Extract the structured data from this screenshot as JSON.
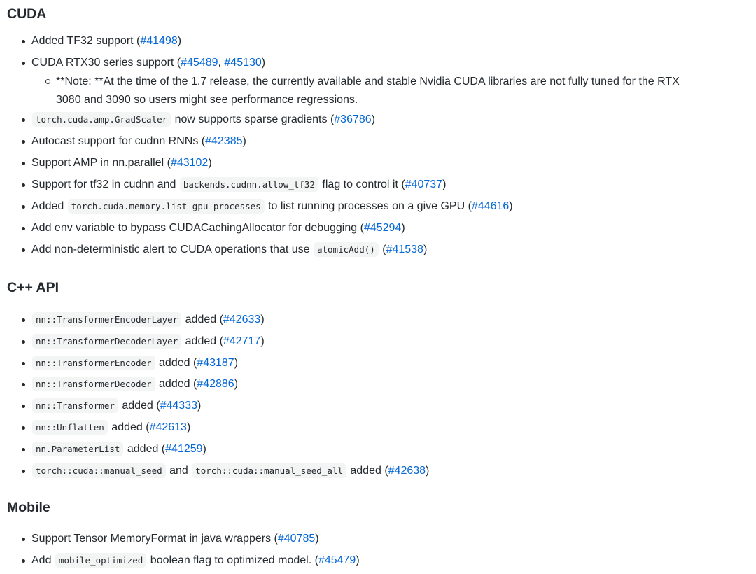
{
  "sections": {
    "cuda": {
      "title": "CUDA",
      "items": [
        {
          "pre": "Added TF32 support (",
          "refs": [
            "#41498"
          ],
          "post": ")"
        },
        {
          "pre": "CUDA RTX30 series support (",
          "refs": [
            "#45489",
            "#45130"
          ],
          "post": ")",
          "subitems": [
            {
              "text_line1": "**Note: **At the time of the 1.7 release, the currently available and stable Nvidia CUDA libraries are not fully tuned for the RTX",
              "text_line2": "3080 and 3090 so users might see performance regressions."
            }
          ]
        },
        {
          "code": "torch.cuda.amp.GradScaler",
          "pre": " now supports sparse gradients (",
          "refs": [
            "#36786"
          ],
          "post": ")"
        },
        {
          "pre": "Autocast support for cudnn RNNs (",
          "refs": [
            "#42385"
          ],
          "post": ")"
        },
        {
          "pre": "Support AMP in nn.parallel (",
          "refs": [
            "#43102"
          ],
          "post": ")"
        },
        {
          "pre": "Support for tf32 in cudnn and ",
          "code": "backends.cudnn.allow_tf32",
          "mid": " flag to control it (",
          "refs": [
            "#40737"
          ],
          "post": ")"
        },
        {
          "pre": "Added ",
          "code": "torch.cuda.memory.list_gpu_processes",
          "mid": " to list running processes on a give GPU (",
          "refs": [
            "#44616"
          ],
          "post": ")"
        },
        {
          "pre": "Add env variable to bypass CUDACachingAllocator for debugging (",
          "refs": [
            "#45294"
          ],
          "post": ")"
        },
        {
          "pre": "Add non-deterministic alert to CUDA operations that use ",
          "code": "atomicAdd()",
          "mid": " (",
          "refs": [
            "#41538"
          ],
          "post": ")"
        }
      ]
    },
    "cpp_api": {
      "title": "C++ API",
      "items": [
        {
          "code": "nn::TransformerEncoderLayer",
          "mid": " added (",
          "refs": [
            "#42633"
          ],
          "post": ")"
        },
        {
          "code": "nn::TransformerDecoderLayer",
          "mid": " added (",
          "refs": [
            "#42717"
          ],
          "post": ")"
        },
        {
          "code": "nn::TransformerEncoder",
          "mid": " added (",
          "refs": [
            "#43187"
          ],
          "post": ")"
        },
        {
          "code": "nn::TransformerDecoder",
          "mid": " added (",
          "refs": [
            "#42886"
          ],
          "post": ")"
        },
        {
          "code": "nn::Transformer",
          "mid": " added (",
          "refs": [
            "#44333"
          ],
          "post": ")"
        },
        {
          "code": "nn::Unflatten",
          "mid": " added (",
          "refs": [
            "#42613"
          ],
          "post": ")"
        },
        {
          "code": "nn.ParameterList",
          "mid": " added (",
          "refs": [
            "#41259"
          ],
          "post": ")"
        },
        {
          "code": "torch::cuda::manual_seed",
          "mid": " and ",
          "code2": "torch::cuda::manual_seed_all",
          "mid2": " added (",
          "refs": [
            "#42638"
          ],
          "post": ")"
        }
      ]
    },
    "mobile": {
      "title": "Mobile",
      "items": [
        {
          "pre": "Support Tensor MemoryFormat in java wrappers (",
          "refs": [
            "#40785"
          ],
          "post": ")"
        },
        {
          "pre": "Add ",
          "code": "mobile_optimized",
          "mid": " boolean flag to optimized model. (",
          "refs": [
            "#45479"
          ],
          "post": ")"
        }
      ]
    }
  },
  "colors": {
    "text": "#24292e",
    "link": "#0366d6",
    "code_bg": "#f3f4f4"
  },
  "separators": {
    "comma": ", "
  }
}
